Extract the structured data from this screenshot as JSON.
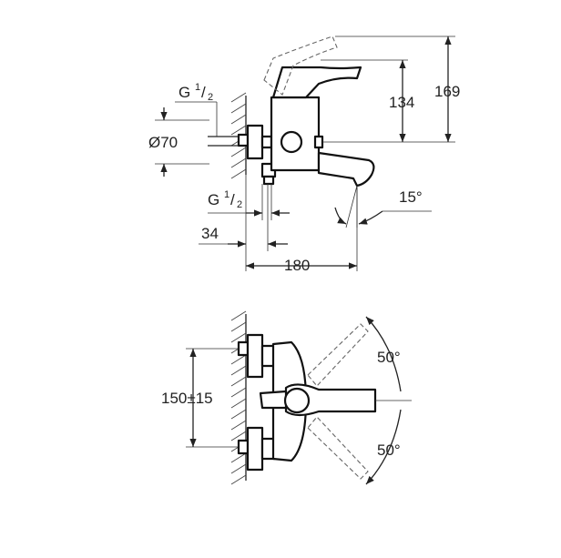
{
  "side_view": {
    "g_top": {
      "main": "G",
      "num": "1",
      "den": "2"
    },
    "diameter": "Ø70",
    "g_bottom": {
      "main": "G",
      "num": "1",
      "den": "2"
    },
    "dim_34": "34",
    "dim_180": "180",
    "dim_134": "134",
    "dim_169": "169",
    "angle_15": "15°"
  },
  "top_view": {
    "dim_150": "150±15",
    "angle_upper": "50°",
    "angle_lower": "50°"
  }
}
